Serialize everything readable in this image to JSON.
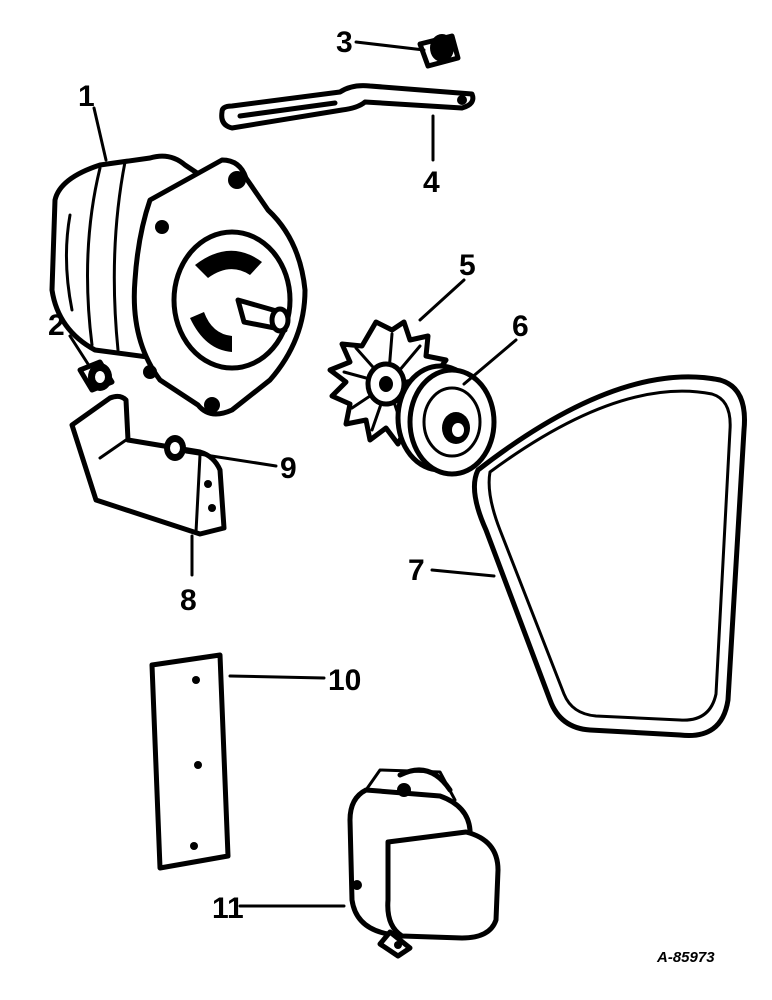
{
  "diagram": {
    "callouts": [
      {
        "id": "1",
        "label": "1"
      },
      {
        "id": "2",
        "label": "2"
      },
      {
        "id": "3",
        "label": "3"
      },
      {
        "id": "4",
        "label": "4"
      },
      {
        "id": "5",
        "label": "5"
      },
      {
        "id": "6",
        "label": "6"
      },
      {
        "id": "7",
        "label": "7"
      },
      {
        "id": "8",
        "label": "8"
      },
      {
        "id": "9",
        "label": "9"
      },
      {
        "id": "10",
        "label": "10"
      },
      {
        "id": "11",
        "label": "11"
      }
    ],
    "reference_code": "A-85973"
  },
  "colors": {
    "ink": "#000000",
    "paper": "#ffffff"
  }
}
